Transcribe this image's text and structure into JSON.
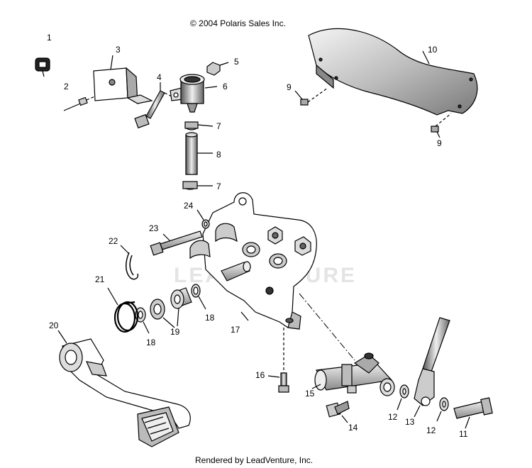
{
  "header": {
    "copyright": "© 2004 Polaris Sales Inc."
  },
  "footer": {
    "rendered_by": "Rendered by LeadVenture, Inc."
  },
  "watermark": {
    "text": "LEADVENTURE"
  },
  "callouts": {
    "c1": "1",
    "c2": "2",
    "c3": "3",
    "c4": "4",
    "c5": "5",
    "c6": "6",
    "c7a": "7",
    "c7b": "7",
    "c8": "8",
    "c9a": "9",
    "c9b": "9",
    "c10": "10",
    "c11": "11",
    "c12a": "12",
    "c12b": "12",
    "c13": "13",
    "c14": "14",
    "c15": "15",
    "c16": "16",
    "c17": "17",
    "c18a": "18",
    "c18b": "18",
    "c19": "19",
    "c20": "20",
    "c21": "21",
    "c22": "22",
    "c23": "23",
    "c24": "24"
  }
}
